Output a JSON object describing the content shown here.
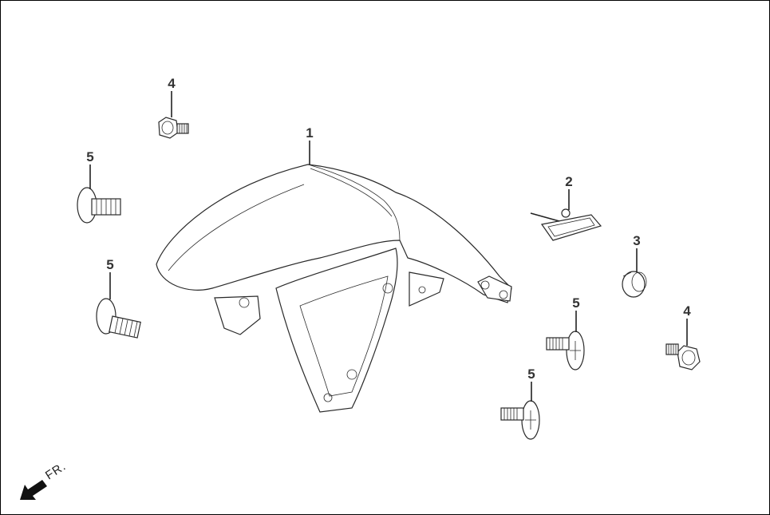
{
  "diagram": {
    "callouts": [
      {
        "id": "c-1-fender",
        "label": "1"
      },
      {
        "id": "c-2-clamp",
        "label": "2"
      },
      {
        "id": "c-3-cap",
        "label": "3"
      },
      {
        "id": "c-4-top",
        "label": "4"
      },
      {
        "id": "c-4-right",
        "label": "4"
      },
      {
        "id": "c-5-left-upper",
        "label": "5"
      },
      {
        "id": "c-5-left-lower",
        "label": "5"
      },
      {
        "id": "c-5-right-upper",
        "label": "5"
      },
      {
        "id": "c-5-right-lower",
        "label": "5"
      }
    ],
    "direction_indicator": "FR."
  }
}
